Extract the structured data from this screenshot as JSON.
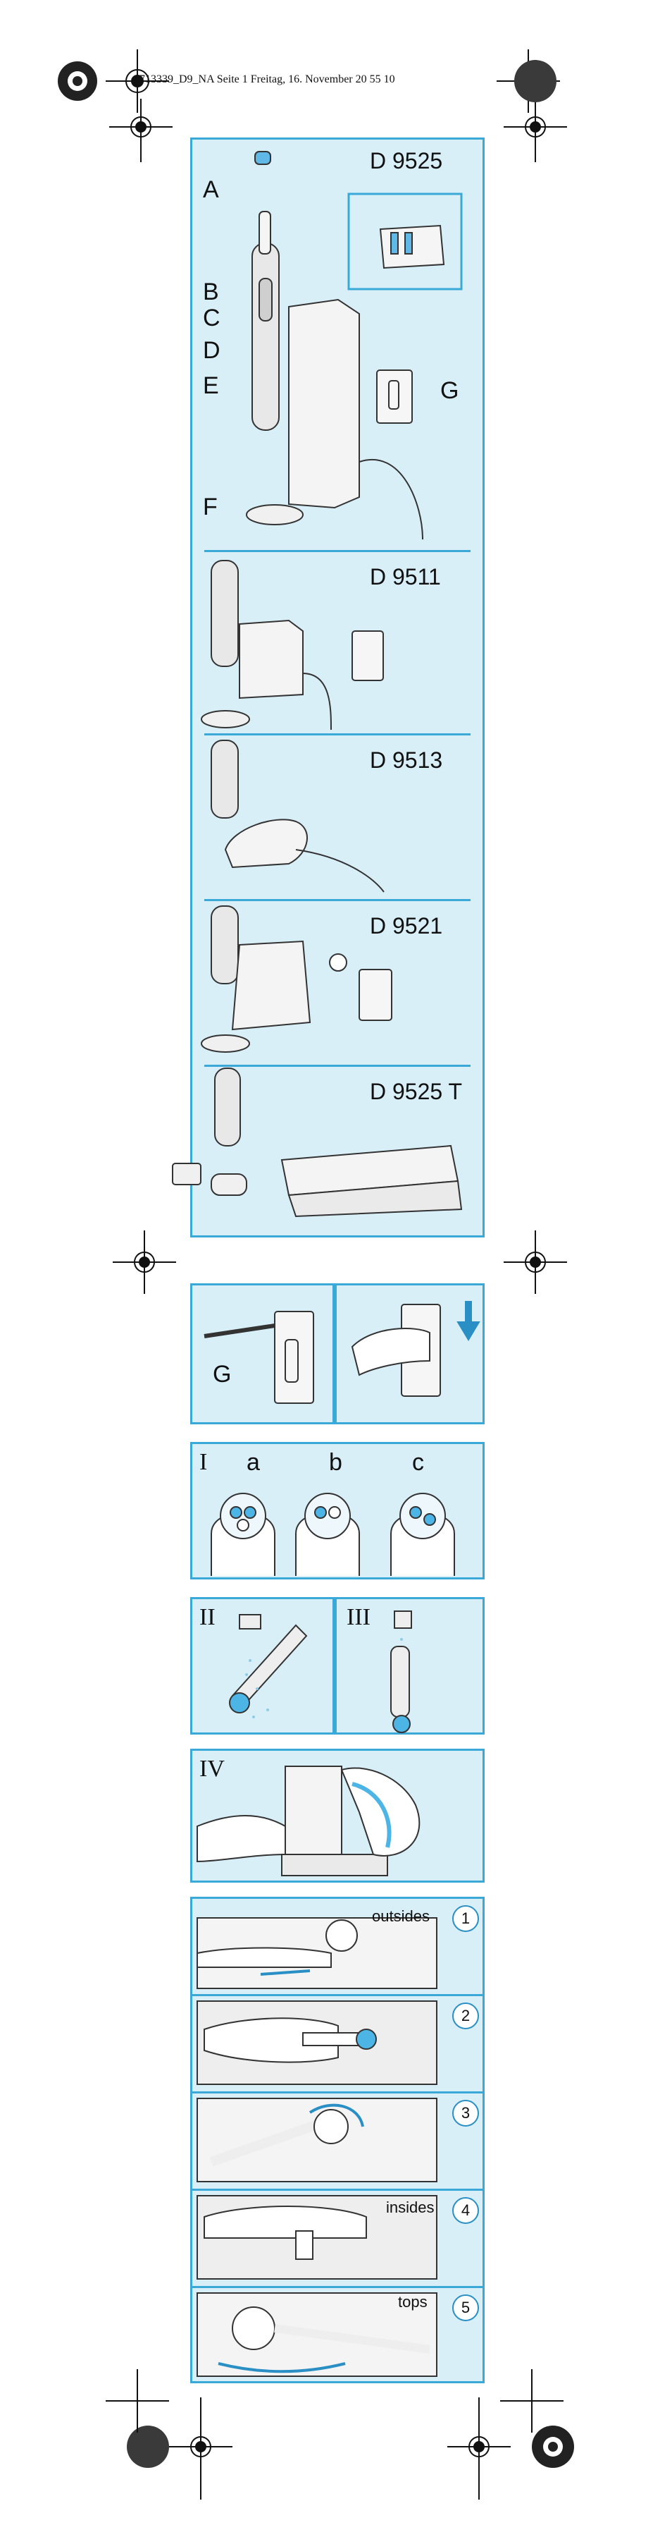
{
  "header": {
    "text": "4713339_D9_NA  Seite 1  Freitag, 16. November 20    55 10"
  },
  "main_panel": {
    "models": [
      "D 9525",
      "D 9511",
      "D 9513",
      "D 9521",
      "D 9525 T"
    ],
    "parts": [
      "A",
      "B",
      "C",
      "D",
      "E",
      "F",
      "G"
    ]
  },
  "mount": {
    "label": "G"
  },
  "brush_heads": {
    "roman": "I",
    "letters": [
      "a",
      "b",
      "c"
    ]
  },
  "rinse": {
    "left": "II",
    "right": "III"
  },
  "clean": {
    "roman": "IV"
  },
  "steps": [
    {
      "num": "1",
      "label": "outsides"
    },
    {
      "num": "2",
      "label": ""
    },
    {
      "num": "3",
      "label": ""
    },
    {
      "num": "4",
      "label": "insides"
    },
    {
      "num": "5",
      "label": "tops"
    }
  ],
  "colors": {
    "panel_bg": "#d8eff8",
    "border": "#3aa9d8",
    "accent": "#2a8fc4"
  }
}
